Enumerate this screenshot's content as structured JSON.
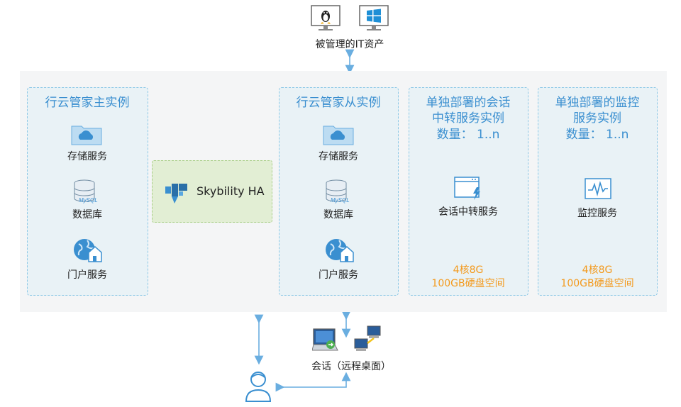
{
  "managed_assets": {
    "label": "被管理的IT资产",
    "icons": [
      "linux-icon",
      "windows-icon"
    ]
  },
  "primary_instance": {
    "title": "行云管家主实例",
    "services": [
      {
        "label": "存储服务",
        "icon": "cloud-folder-icon"
      },
      {
        "label": "数据库",
        "icon": "mysql-database-icon"
      },
      {
        "label": "门户服务",
        "icon": "globe-home-icon"
      }
    ]
  },
  "ha": {
    "label": "Skybility HA",
    "icon": "skybility-logo"
  },
  "secondary_instance": {
    "title": "行云管家从实例",
    "services": [
      {
        "label": "存储服务",
        "icon": "cloud-folder-icon"
      },
      {
        "label": "数据库",
        "icon": "mysql-database-icon"
      },
      {
        "label": "门户服务",
        "icon": "globe-home-icon"
      }
    ]
  },
  "relay_deploy": {
    "title_line1": "单独部署的会话",
    "title_line2": "中转服务实例",
    "count": "数量：  1..n",
    "service": "会话中转服务",
    "spec_line1": "4核8G",
    "spec_line2": "100GB硬盘空间"
  },
  "monitor_deploy": {
    "title_line1": "单独部署的监控",
    "title_line2": "服务实例",
    "count": "数量：  1..n",
    "service": "监控服务",
    "spec_line1": "4核8G",
    "spec_line2": "100GB硬盘空间"
  },
  "session": {
    "label": "会话（远程桌面）"
  },
  "colors": {
    "accent": "#3a8fd0",
    "spec": "#f39a1e",
    "arrow": "#6aaee0",
    "dash_border": "#8cc8e6"
  }
}
